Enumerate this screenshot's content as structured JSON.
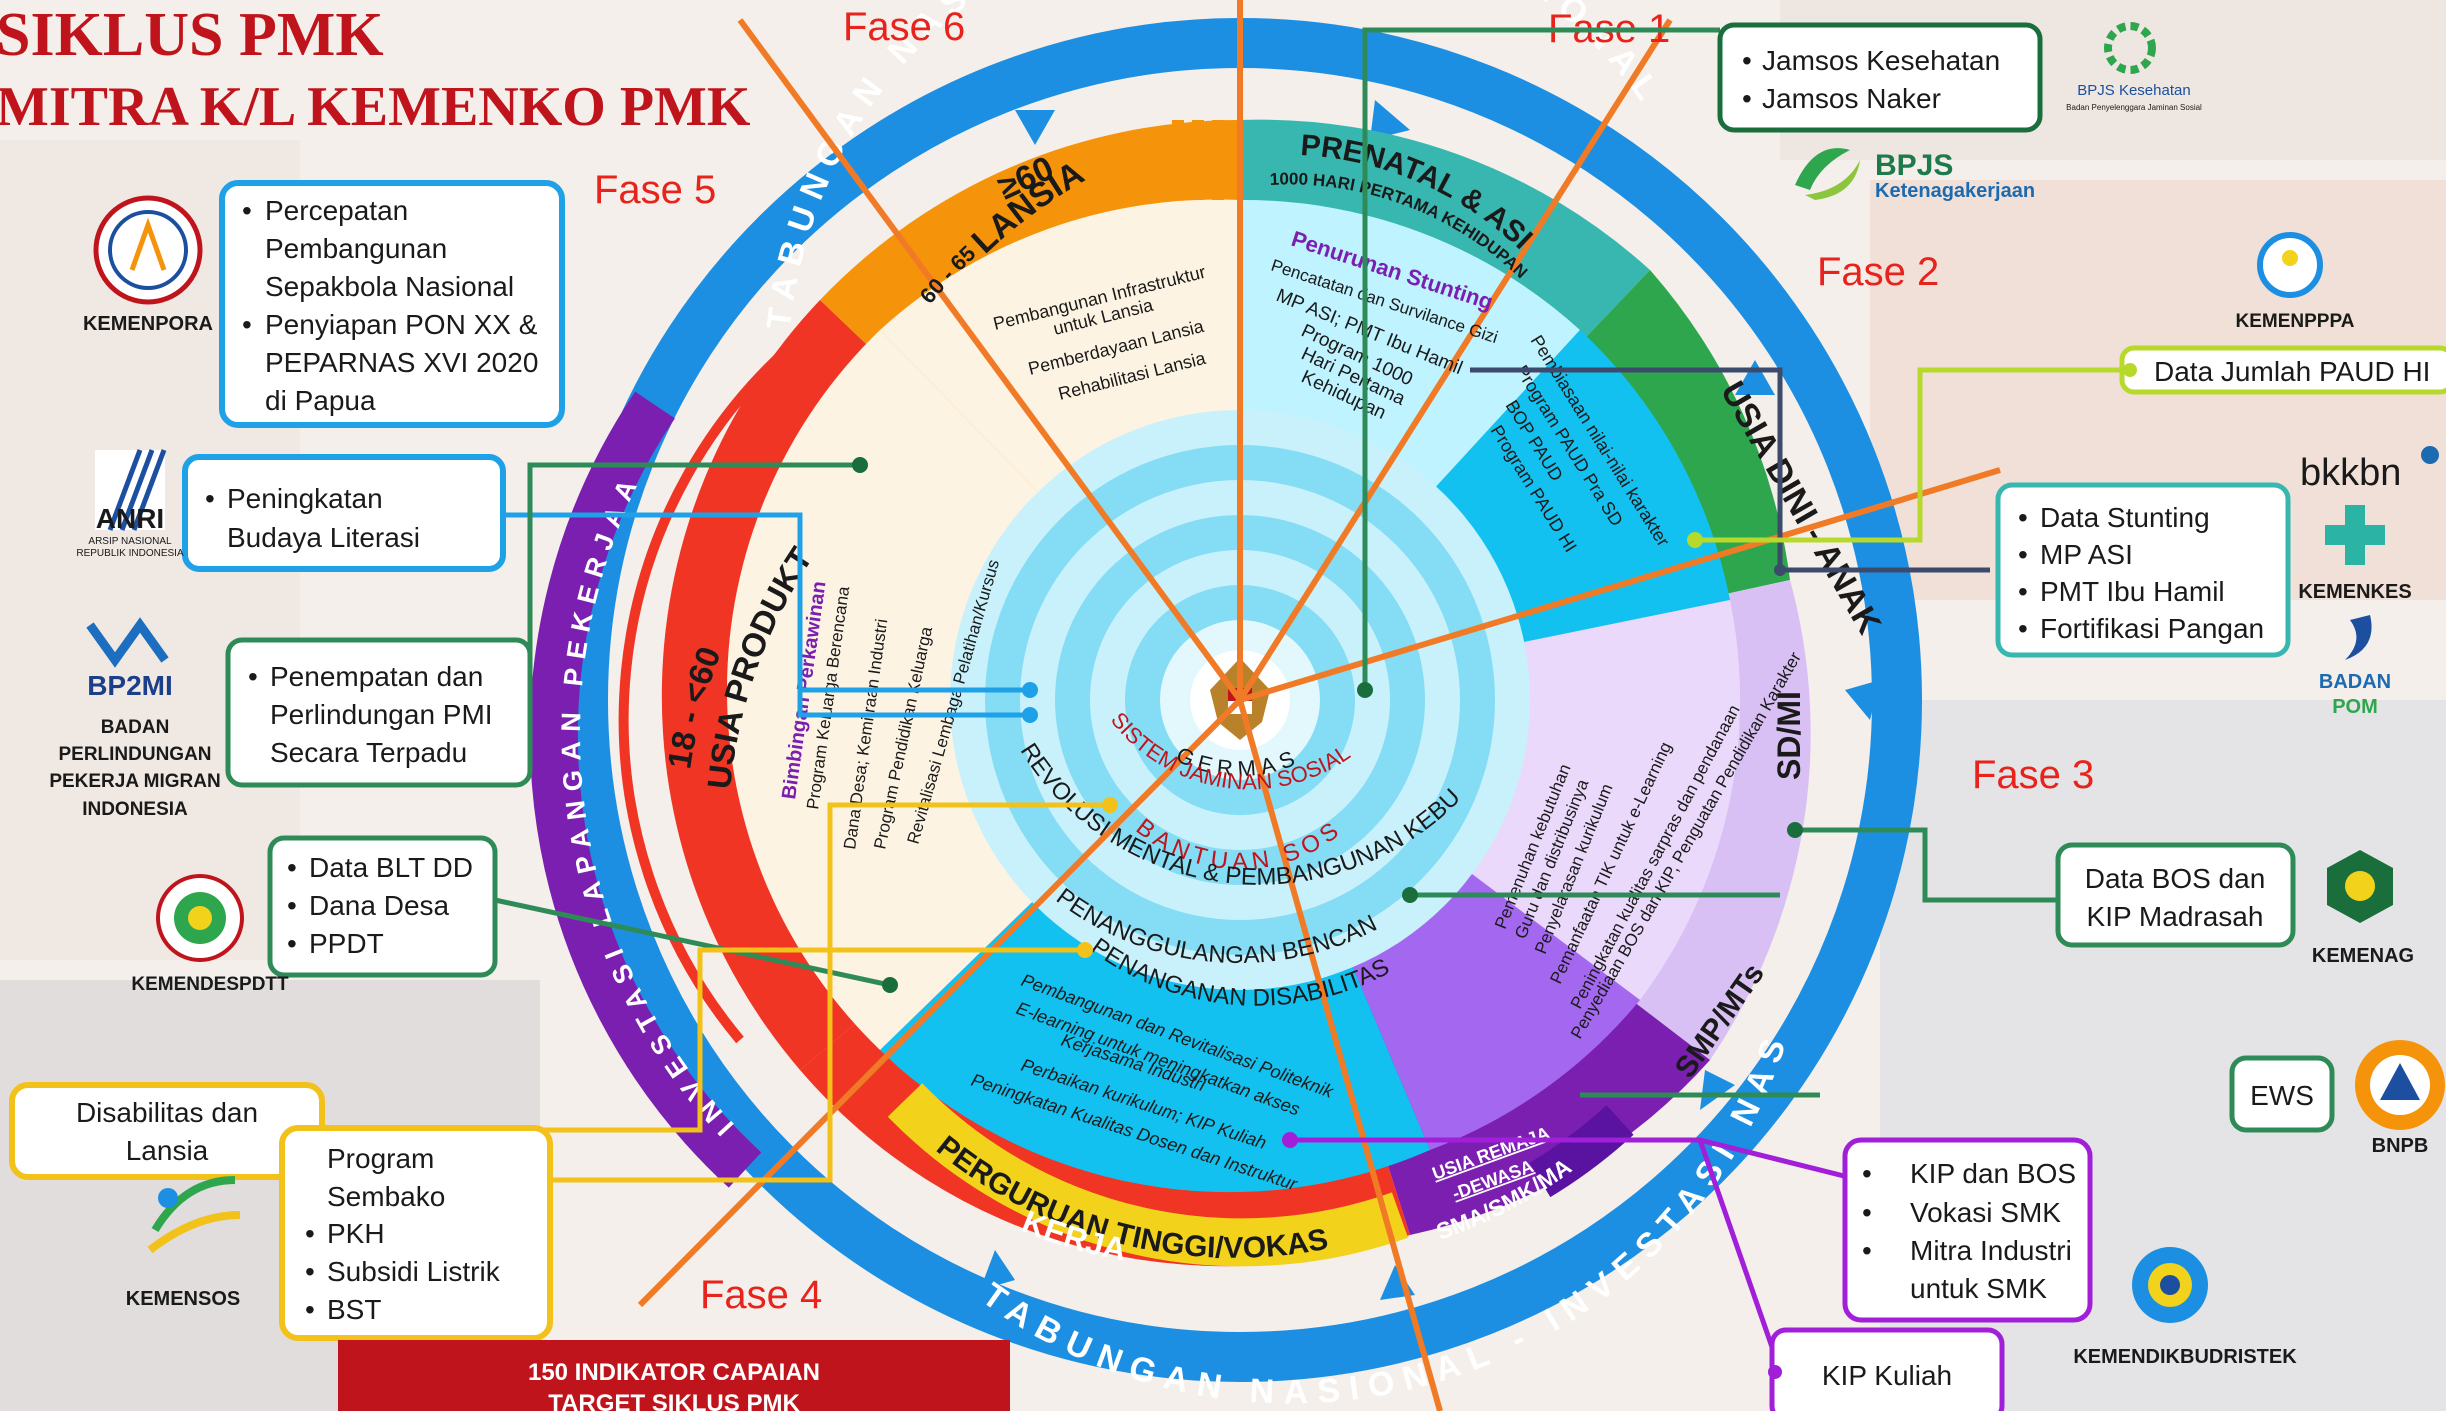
{
  "title": {
    "line1": "SIKLUS PMK",
    "line2": "MITRA K/L KEMENKO PMK"
  },
  "phases": {
    "f1": "Fase 1",
    "f2": "Fase 2",
    "f3": "Fase 3",
    "f4": "Fase 4",
    "f5": "Fase 5",
    "f6": "Fase 6"
  },
  "outer_ring": {
    "top": "TABUNGAN NASIONAL - INVESTASI NASIONAL",
    "bottom": "TABUNGAN NASIONAL - INVESTASI NASIONAL",
    "left": "INVESTASI LAPANGAN PEKERJAAN"
  },
  "segments": {
    "prenatal": "PRENATAL & ASI",
    "prenatal_sub": "1000 HARI PERTAMA KEHIDUPAN",
    "dini": "USIA DINI - ANAK",
    "sd": "SD/MI",
    "smp": "SMP/MTs",
    "sma": "SMA/SMK/MA",
    "remaja": "USIA REMAJA",
    "dewasa": "-DEWASA",
    "pt": "PERGURUAN TINGGI/VOKASI",
    "kerja": "KERJA",
    "produktif": "USIA PRODUKTIF",
    "produktif_range": "18 - <60",
    "lansia": "LANSIA",
    "lansia_range": "≥60",
    "range_6065": "60 - 65"
  },
  "programs": {
    "stunting_title": "Penurunan Stunting",
    "stunting": [
      "Pencatatan dan Survilance Gizi",
      "MP ASI; PMT Ibu Hamil",
      "Program 1000",
      "Hari Pertama",
      "Kehidupan"
    ],
    "dini": [
      "Pembiasaan nilai-nilai karakter",
      "Program PAUD Pra SD",
      "BOP PAUD",
      "Program PAUD HI"
    ],
    "sd": [
      "Pemenuhan kebutuhan",
      "Guru dan distribusinya",
      "Penyelarasan kurikulum",
      "Pemanfaatan TIK untuk e-Learning",
      "Peningkatan kualitas sarpras dan pendanaan",
      "Penyediaan BOS dan KIP, Penguatan Pendidikan Karakter"
    ],
    "pt": [
      "Pembangunan dan Revitalisasi Politeknik",
      "E-learning untuk meningkatkan akses",
      "Kerjasama Industri",
      "Perbaikan kurikulum; KIP Kuliah",
      "Peningkatan Kualitas Dosen dan Instruktur"
    ],
    "produktif_title": "Bimbingan Perkawinan",
    "produktif": [
      "Program Keluarga Berencana",
      "Dana Desa; Kemitraan Industri",
      "Program Pendidikan Keluarga",
      "Revitalisasi Lembaga Pelatihan/Kursus"
    ],
    "lansia": [
      "Pembangunan Infrastruktur",
      "untuk Lansia",
      "Pemberdayaan Lansia",
      "Rehabilitasi Lansia"
    ]
  },
  "center": {
    "germas": "GERMAS",
    "sjsn": "SISTEM JAMINAN SOSIAL NASIONAL",
    "bansos": "BANTUAN SOSIAL",
    "revolusi": "REVOLUSI MENTAL & PEMBANGUNAN KEBUDAYAAN",
    "bencana": "PENANGGULANGAN BENCANA",
    "disabilitas": "PENANGANAN DISABILITAS"
  },
  "boxes": {
    "jamsos": [
      "Jamsos Kesehatan",
      "Jamsos Naker"
    ],
    "paud": "Data Jumlah PAUD HI",
    "stunting": [
      "Data Stunting",
      "MP ASI",
      "PMT Ibu Hamil",
      "Fortifikasi Pangan"
    ],
    "bos": [
      "Data BOS dan",
      "KIP Madrasah"
    ],
    "ews": "EWS",
    "kip_bos": [
      "KIP dan BOS",
      "Vokasi SMK",
      "Mitra Industri",
      "untuk SMK"
    ],
    "kip_kuliah": "KIP Kuliah",
    "pon": [
      "Percepatan",
      "Pembangunan",
      "Sepakbola Nasional",
      "Penyiapan PON XX &",
      "PEPARNAS XVI 2020",
      "di Papua"
    ],
    "literasi": [
      "Peningkatan",
      "Budaya Literasi"
    ],
    "pmi": [
      "Penempatan dan",
      "Perlindungan PMI",
      "Secara Terpadu"
    ],
    "blt": [
      "Data BLT DD",
      "Dana Desa",
      "PPDT"
    ],
    "disab": [
      "Disabilitas dan",
      "Lansia"
    ],
    "sembako": [
      "Program",
      "Sembako",
      "PKH",
      "Subsidi Listrik",
      "BST"
    ]
  },
  "agencies": {
    "kemenpora": "KEMENPORA",
    "anri_name": "ANRI",
    "anri_sub1": "ARSIP NASIONAL",
    "anri_sub2": "REPUBLIK INDONESIA",
    "bp2mi_logo": "BP2MI",
    "bp2mi": [
      "BADAN",
      "PERLINDUNGAN",
      "PEKERJA MIGRAN",
      "INDONESIA"
    ],
    "kemendes": "KEMENDESPDTT",
    "kemensos": "KEMENSOS",
    "bpjs_kes": "BPJS Kesehatan",
    "bpjs_kes_sub": "Badan Penyelenggara Jaminan Sosial",
    "bpjs_tk1": "BPJS",
    "bpjs_tk2": "Ketenagakerjaan",
    "kemenpppa": "KEMENPPPA",
    "bkkbn": "bkkbn",
    "kemenkes": "KEMENKES",
    "bpom1": "BADAN",
    "bpom2": "POM",
    "kemenag": "KEMENAG",
    "bnpb": "BNPB",
    "kemendikbud": "KEMENDIKBUDRISTEK"
  },
  "footer": {
    "line1": "150 INDIKATOR CAPAIAN",
    "line2": "TARGET SIKLUS PMK"
  },
  "colors": {
    "ring": "#1c8fe3",
    "orange": "#f5940a",
    "teal": "#38b7b0",
    "green": "#2ea64d",
    "purple": "#7a1fb0",
    "red": "#f03524",
    "yellow": "#f2d21b",
    "cyan": "#12c1f0",
    "lavender": "#d8c0f4"
  }
}
